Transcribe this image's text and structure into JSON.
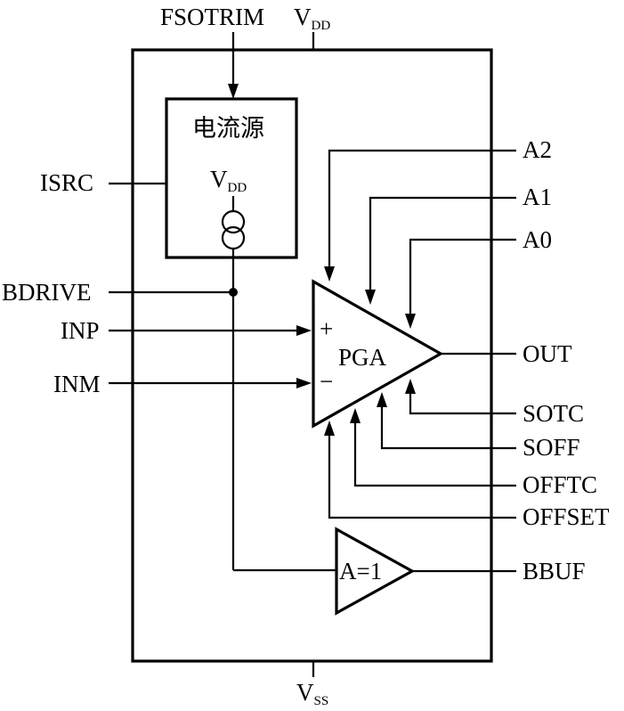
{
  "pins": {
    "fsotrim": "FSOTRIM",
    "vdd_top": "V",
    "vdd_top_sub": "DD",
    "vss": "V",
    "vss_sub": "SS",
    "isrc": "ISRC",
    "bdrive": "BDRIVE",
    "inp": "INP",
    "inm": "INM",
    "a2": "A2",
    "a1": "A1",
    "a0": "A0",
    "out": "OUT",
    "sotc": "SOTC",
    "soff": "SOFF",
    "offtc": "OFFTC",
    "offset": "OFFSET",
    "bbuf": "BBUF"
  },
  "current_source": {
    "title": "电流源",
    "vdd": "V",
    "vdd_sub": "DD"
  },
  "pga": {
    "label": "PGA",
    "plus": "+",
    "minus": "−"
  },
  "buffer": {
    "label": "A=1"
  }
}
